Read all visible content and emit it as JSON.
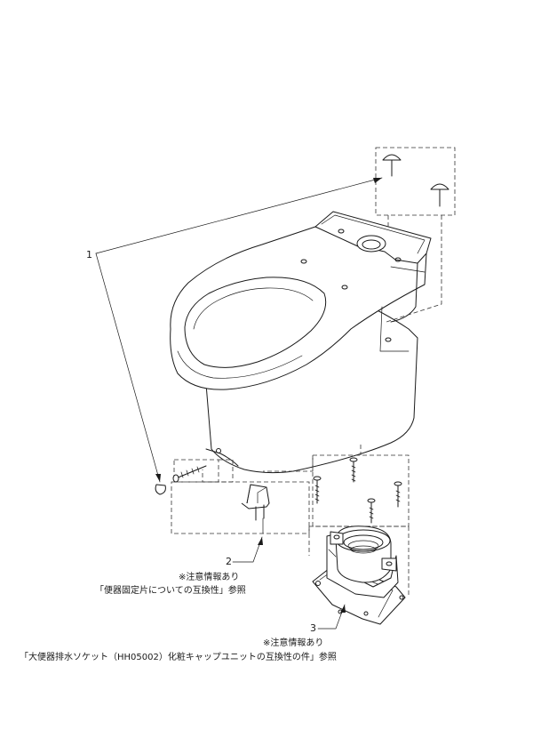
{
  "callouts": [
    {
      "number": "1"
    },
    {
      "number": "2",
      "note": "※注意情報あり",
      "reference": "「便器固定片についての互換性」参照"
    },
    {
      "number": "3",
      "note": "※注意情報あり",
      "reference": "「大便器排水ソケット（HH05002）化粧キャップユニットの互換性の件」参照"
    }
  ]
}
